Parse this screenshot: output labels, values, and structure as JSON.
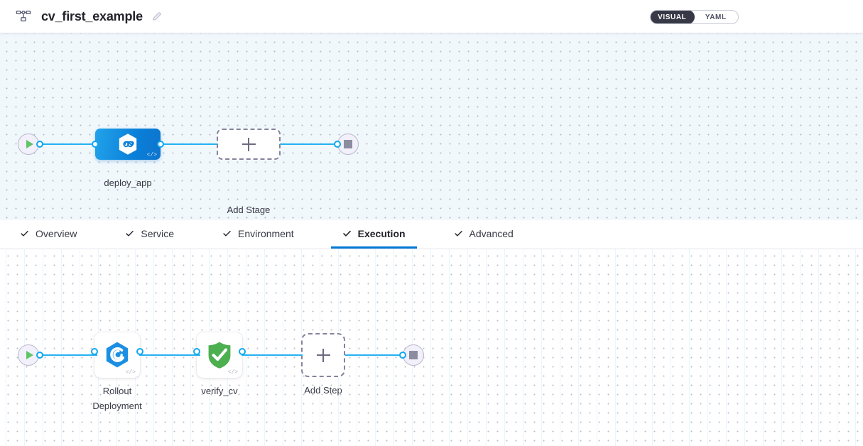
{
  "header": {
    "pipeline_icon": "pipeline-hierarchy-icon",
    "title": "cv_first_example",
    "edit_icon": "pencil-edit-icon",
    "view_toggle": {
      "options": [
        "VISUAL",
        "YAML"
      ],
      "selected": "VISUAL"
    }
  },
  "tabs": [
    {
      "label": "Overview",
      "icon": "check-icon",
      "active": false
    },
    {
      "label": "Service",
      "icon": "check-icon",
      "active": false
    },
    {
      "label": "Environment",
      "icon": "check-icon",
      "active": false
    },
    {
      "label": "Execution",
      "icon": "check-icon",
      "active": true
    },
    {
      "label": "Advanced",
      "icon": "check-icon",
      "active": false
    }
  ],
  "stage_canvas": {
    "start_node": {
      "name": "pipeline-start",
      "icon": "play-icon"
    },
    "end_node": {
      "name": "pipeline-end",
      "icon": "stop-icon"
    },
    "stage": {
      "label": "deploy_app",
      "icon": "harness-hexagon-infinity-icon",
      "code_glyph": "</>",
      "selected": true
    },
    "add_stage": {
      "label": "Add Stage",
      "icon": "plus-icon"
    }
  },
  "step_canvas": {
    "start_node": {
      "name": "execution-start",
      "icon": "play-icon"
    },
    "end_node": {
      "name": "execution-end",
      "icon": "stop-icon"
    },
    "steps": [
      {
        "label": "Rollout\nDeployment",
        "icon": "harness-hexagon-spiral-icon",
        "code_glyph": "</>"
      },
      {
        "label": "verify_cv",
        "icon": "green-shield-check-icon",
        "code_glyph": "</>"
      }
    ],
    "add_step": {
      "label": "Add Step",
      "icon": "plus-icon"
    }
  },
  "colors": {
    "accent_blue": "#0278d5",
    "edge_blue": "#25b2f0",
    "stage_blue": "#0a7fd8",
    "verify_green": "#4caf50",
    "toggle_dark": "#383946",
    "canvas_tint": "#f0f8fc"
  }
}
